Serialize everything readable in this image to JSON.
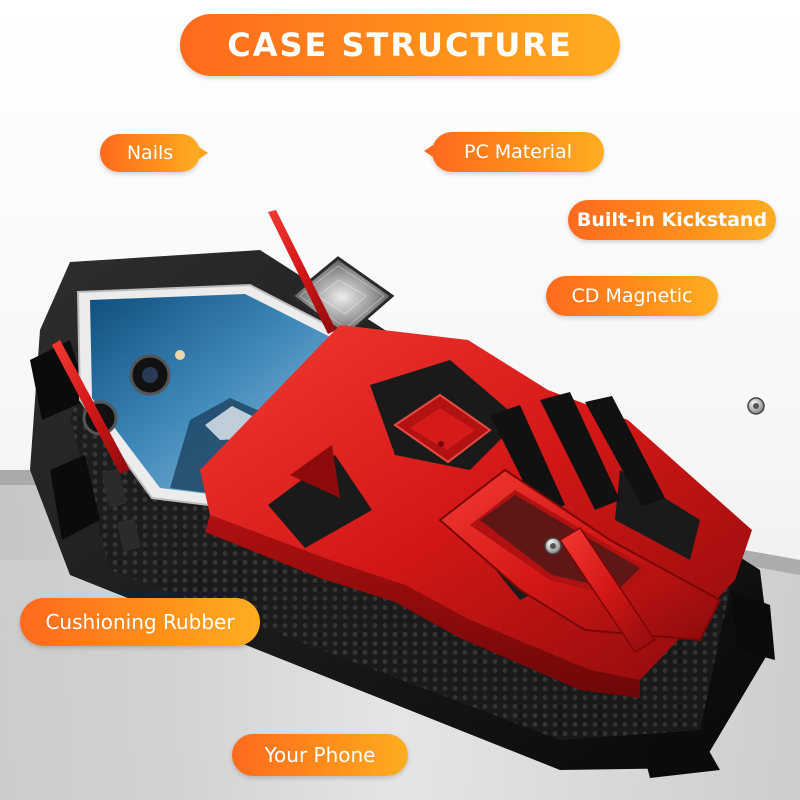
{
  "title": "CASE STRUCTURE",
  "callouts": {
    "nails": "Nails",
    "pc_material": "PC Material",
    "kickstand": "Built-in Kickstand",
    "magnetic": "CD Magnetic",
    "cushion": "Cushioning Rubber",
    "phone": "Your Phone"
  },
  "colors": {
    "accent_start": "#ff6a1e",
    "accent_end": "#ffad22",
    "case_red": "#d81c1c",
    "bumper_black": "#151515",
    "background": "#ffffff"
  }
}
